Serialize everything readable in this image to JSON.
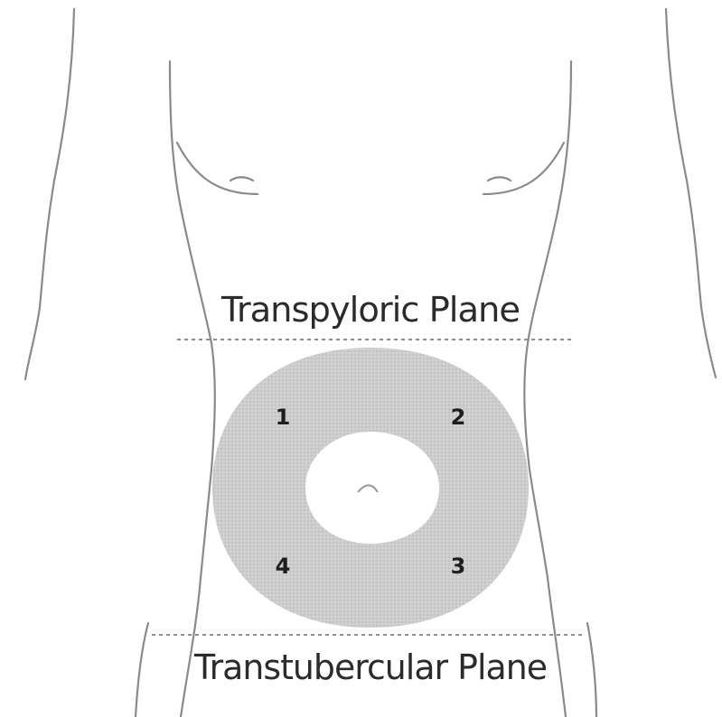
{
  "planes": {
    "upper": "Transpyloric Plane",
    "lower": "Transtubercular Plane"
  },
  "quadrants": [
    "1",
    "2",
    "3",
    "4"
  ],
  "colors": {
    "outline": "#8a8a8a",
    "ring": "#c8c8c8",
    "text": "#2b2b2b"
  }
}
